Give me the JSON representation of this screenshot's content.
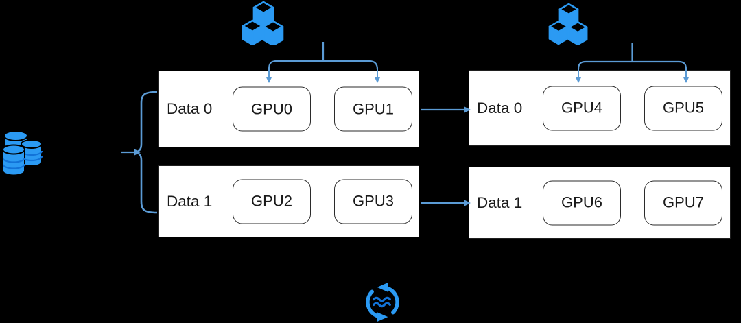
{
  "diagram": {
    "colors": {
      "background": "#000000",
      "icon_blue": "#2B9AF3",
      "icon_blue_dark": "#1273D8",
      "connector_blue": "#5B9BD5",
      "box_bg": "#FFFFFF",
      "box_border": "#1F1F1F",
      "chip_border": "#2B2B2B",
      "text": "#1A1A1A"
    },
    "icons": {
      "dataset": "database-stack-icon",
      "model_left": "model-cubes-icon",
      "model_right": "model-cubes-icon",
      "sync": "sync-arrows-icon"
    },
    "stages": [
      {
        "rows": [
          {
            "label": "Data 0",
            "gpus": [
              "GPU0",
              "GPU1"
            ]
          },
          {
            "label": "Data 1",
            "gpus": [
              "GPU2",
              "GPU3"
            ]
          }
        ]
      },
      {
        "rows": [
          {
            "label": "Data 0",
            "gpus": [
              "GPU4",
              "GPU5"
            ]
          },
          {
            "label": "Data 1",
            "gpus": [
              "GPU6",
              "GPU7"
            ]
          }
        ]
      }
    ]
  }
}
